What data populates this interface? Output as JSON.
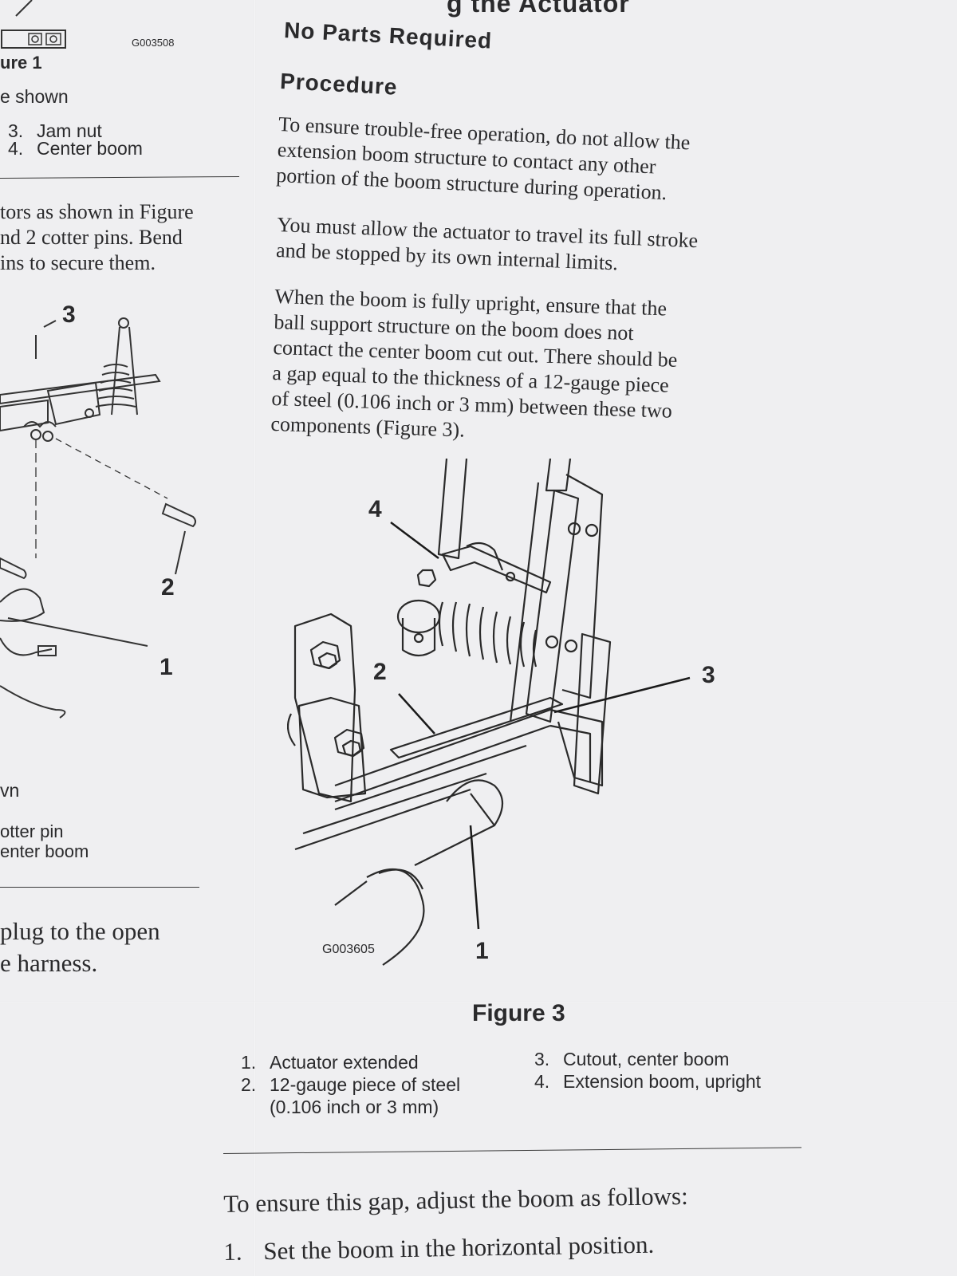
{
  "left_column": {
    "figure_code": "G003508",
    "figure_label": "ure 1",
    "caption_partial": "e shown",
    "items": [
      {
        "number": "3.",
        "text": "Jam nut"
      },
      {
        "number": "4.",
        "text": "Center boom"
      }
    ],
    "para_lines": [
      "tors as shown in Figure",
      "nd 2 cotter pins. Bend",
      "ins to secure them."
    ],
    "figure2_callouts": [
      "3",
      "2",
      "1"
    ],
    "caption2_partial": "vn",
    "items2": [
      "otter pin",
      "enter boom"
    ],
    "para2_lines": [
      "plug to the open",
      "e harness."
    ]
  },
  "section": {
    "title_partial": "g the Actuator",
    "no_parts": "No Parts Required",
    "procedure": "Procedure",
    "p1": [
      "To ensure trouble-free operation, do not allow the",
      "extension boom structure to contact any other",
      "portion of the boom structure during operation."
    ],
    "p2": [
      "You must allow the actuator to travel its full stroke",
      "and be stopped by its own internal limits."
    ],
    "p3": [
      "When the boom is fully upright, ensure that the",
      "ball support structure on the boom does not",
      "contact the center boom cut out. There should be",
      "a gap equal to the thickness of a 12-gauge piece",
      "of steel (0.106 inch or 3 mm) between these two",
      "components (Figure 3)."
    ]
  },
  "figure3": {
    "callouts": [
      "4",
      "2",
      "3",
      "1"
    ],
    "code": "G003605",
    "title": "Figure 3",
    "legend": [
      {
        "number": "1.",
        "text": "Actuator extended"
      },
      {
        "number": "2.",
        "text": "12-gauge piece of steel"
      },
      {
        "number": "",
        "text": "(0.106 inch or 3 mm)"
      },
      {
        "number": "3.",
        "text": "Cutout, center boom"
      },
      {
        "number": "4.",
        "text": "Extension boom, upright"
      }
    ]
  },
  "instructions": {
    "intro": "To ensure this gap, adjust the boom as follows:",
    "step1": {
      "number": "1.",
      "text": "Set the boom in the horizontal position."
    }
  }
}
